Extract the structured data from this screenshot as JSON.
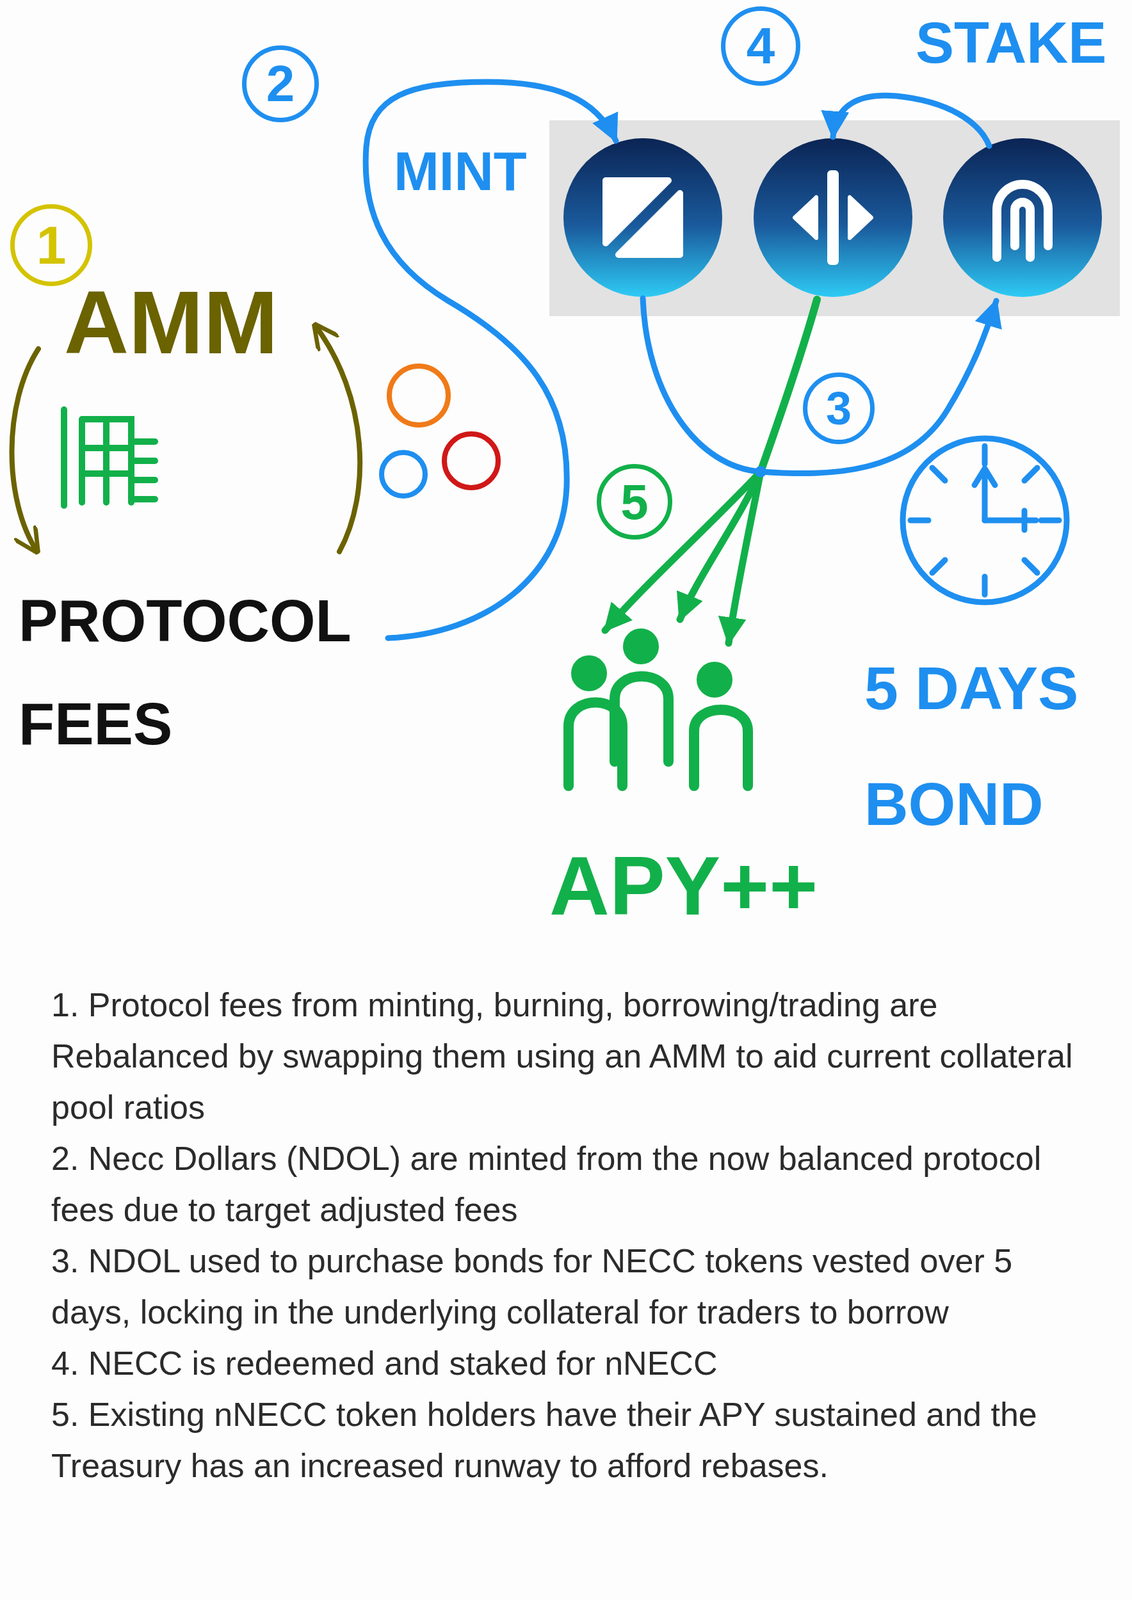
{
  "diagram": {
    "nodes": [
      {
        "text": [
          "1"
        ]
      },
      {
        "text": [
          "2"
        ]
      },
      {
        "text": [
          "3"
        ]
      },
      {
        "text": [
          "4"
        ]
      },
      {
        "text": [
          "5"
        ]
      }
    ],
    "labels": [
      "AMM",
      "PROTOCOL FEES",
      "MINT",
      "STAKE",
      "5 DAYS BOND",
      "APY++",
      "1. Protocol fees from minting, burning, borrowing/trading are Rebalanced by swapping them using an AMM to aid current collateral pool ratios",
      "2. Necc Dollars (NDOL) are minted from the now balanced protocol fees due to target adjusted fees",
      "3. NDOL used to purchase bonds for NECC tokens vested over 5 days, locking in the underlying collateral for traders to borrow",
      "4. NECC is redeemed and staked for nNECC",
      "5. Existing nNECC token holders have their APY sustained and the Treasury has an increased runway to afford rebases."
    ]
  }
}
